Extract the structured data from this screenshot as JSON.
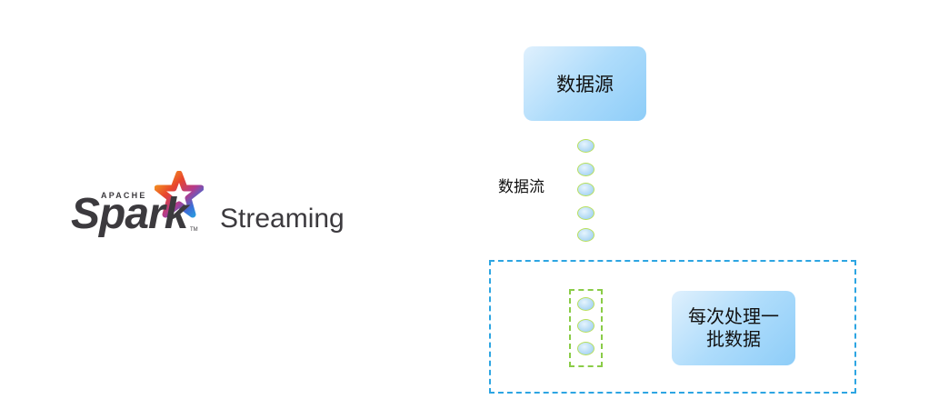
{
  "logo": {
    "apache": "APACHE",
    "spark": "Spark",
    "tm": "TM",
    "product": "Streaming",
    "star_colors": [
      "#f8b51c",
      "#e8452c",
      "#b23b8f",
      "#3a6fd8",
      "#27a9e1"
    ]
  },
  "diagram": {
    "source_label": "数据源",
    "stream_label": "数据流",
    "process_label_line1": "每次处理一",
    "process_label_line2": "批数据",
    "colors": {
      "box_light": "#dff0fd",
      "box_dark": "#8ecdf8",
      "frame_border": "#2da5e2",
      "group_border": "#8acc47",
      "dot_border": "#b9e05c"
    }
  }
}
